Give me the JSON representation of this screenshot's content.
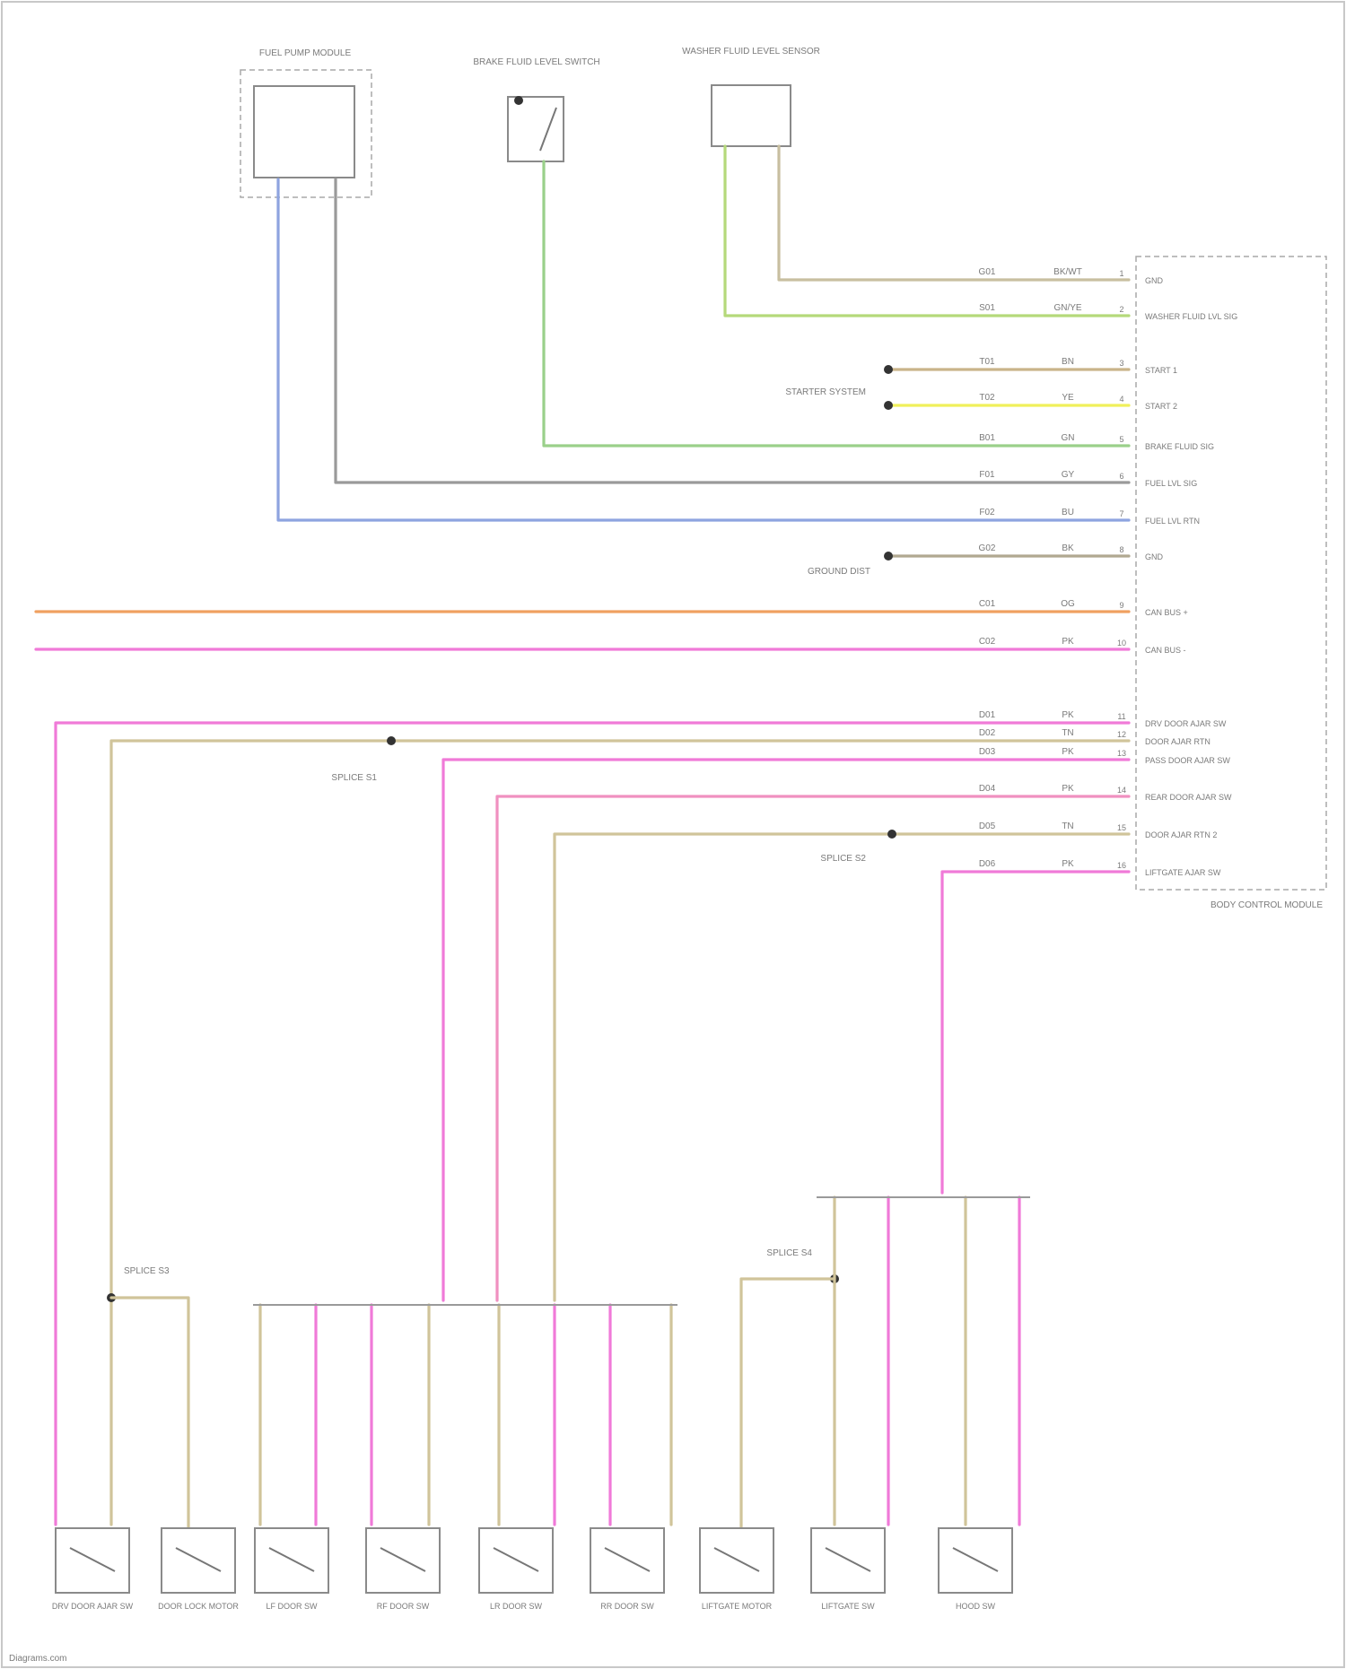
{
  "colors": {
    "background": "#ffffff",
    "frame": "#c8c8c8",
    "box": "#8a8a8a",
    "black_white": "#c8bfa0",
    "green_yellow": "#b5d97a",
    "brown_white": "#c9b48a",
    "yellow": "#f0f05a",
    "green": "#9ad08a",
    "gray": "#9a9a9a",
    "blue": "#8ea4e0",
    "black": "#b0a890",
    "orange": "#f0a060",
    "pink": "#f07ad8",
    "tan": "#d0c49a",
    "red": "#f090c0"
  },
  "diagram": {
    "watermark": "Diagrams.com",
    "components": {
      "fuel_pump": {
        "label": "FUEL PUMP MODULE"
      },
      "brake_switch": {
        "label": "BRAKE FLUID LEVEL SWITCH"
      },
      "washer_sensor": {
        "label": "WASHER FLUID LEVEL SENSOR"
      },
      "body_module": {
        "label": "BODY CONTROL MODULE"
      },
      "starter_ref": {
        "label": "STARTER SYSTEM"
      },
      "ground_ref": {
        "label": "GROUND DIST"
      },
      "splice_a": {
        "label": "SPLICE S1"
      },
      "splice_b": {
        "label": "SPLICE S2"
      },
      "splice_c": {
        "label": "SPLICE S3"
      },
      "splice_d": {
        "label": "SPLICE S4"
      }
    },
    "bcm_pins": [
      {
        "pin": "1",
        "label": "GND"
      },
      {
        "pin": "2",
        "label": "WASHER FLUID LVL SIG"
      },
      {
        "pin": "3",
        "label": "START 1"
      },
      {
        "pin": "4",
        "label": "START 2"
      },
      {
        "pin": "5",
        "label": "BRAKE FLUID SIG"
      },
      {
        "pin": "6",
        "label": "FUEL LVL SIG"
      },
      {
        "pin": "7",
        "label": "FUEL LVL RTN"
      },
      {
        "pin": "8",
        "label": "GND"
      },
      {
        "pin": "9",
        "label": "CAN BUS +"
      },
      {
        "pin": "10",
        "label": "CAN BUS -"
      },
      {
        "pin": "11",
        "label": "DRV DOOR AJAR SW"
      },
      {
        "pin": "12",
        "label": "DOOR AJAR RTN"
      },
      {
        "pin": "13",
        "label": "PASS DOOR AJAR SW"
      },
      {
        "pin": "14",
        "label": "REAR DOOR AJAR SW"
      },
      {
        "pin": "15",
        "label": "DOOR AJAR RTN 2"
      },
      {
        "pin": "16",
        "label": "LIFTGATE AJAR SW"
      }
    ],
    "wire_labels": [
      {
        "code": "G01",
        "color": "BK/WT"
      },
      {
        "code": "S01",
        "color": "GN/YE"
      },
      {
        "code": "T01",
        "color": "BN"
      },
      {
        "code": "T02",
        "color": "YE"
      },
      {
        "code": "B01",
        "color": "GN"
      },
      {
        "code": "F01",
        "color": "GY"
      },
      {
        "code": "F02",
        "color": "BU"
      },
      {
        "code": "G02",
        "color": "BK"
      },
      {
        "code": "C01",
        "color": "OG"
      },
      {
        "code": "C02",
        "color": "PK"
      },
      {
        "code": "D01",
        "color": "PK"
      },
      {
        "code": "D02",
        "color": "TN"
      },
      {
        "code": "D03",
        "color": "PK"
      },
      {
        "code": "D04",
        "color": "PK"
      },
      {
        "code": "D05",
        "color": "TN"
      },
      {
        "code": "D06",
        "color": "PK"
      }
    ],
    "bottom_components": [
      {
        "label": "DRV DOOR AJAR SW"
      },
      {
        "label": "DOOR LOCK MOTOR"
      },
      {
        "label": "LF DOOR SW"
      },
      {
        "label": "RF DOOR SW"
      },
      {
        "label": "LR DOOR SW"
      },
      {
        "label": "RR DOOR SW"
      },
      {
        "label": "LIFTGATE MOTOR"
      },
      {
        "label": "LIFTGATE SW"
      },
      {
        "label": "HOOD SW"
      }
    ]
  }
}
